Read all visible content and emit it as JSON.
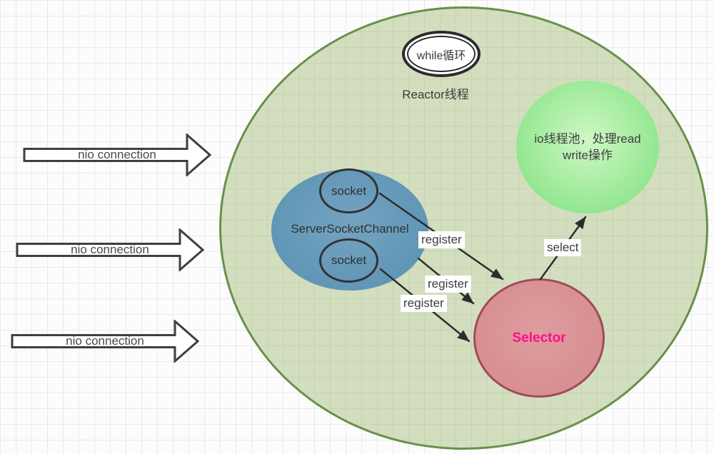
{
  "reactor_thread": {
    "loop_label": "while循环",
    "caption": "Reactor线程"
  },
  "io_pool": {
    "lines": [
      "io线程池，处理read",
      "write操作"
    ]
  },
  "channel": {
    "label": "ServerSocketChannel",
    "sockets": [
      {
        "label": "socket"
      },
      {
        "label": "socket"
      }
    ]
  },
  "selector": {
    "label": "Selector"
  },
  "nio_arrows": [
    {
      "label": "nio connection"
    },
    {
      "label": "nio connection"
    },
    {
      "label": "nio connection"
    }
  ],
  "edges": {
    "register_labels": [
      "register",
      "register",
      "register"
    ],
    "select_label": "select"
  },
  "colors": {
    "outer_circle_fill": "#ccd9b2",
    "outer_circle_border": "#68904a",
    "channel_fill": "#6297b7",
    "io_pool_fill": "#8ce58b",
    "selector_fill": "#d89092",
    "selector_border": "#9d4c58",
    "selector_text": "#ff0d8e",
    "edge_color": "#2d2d2d",
    "grid_line": "#e9e9e9"
  }
}
